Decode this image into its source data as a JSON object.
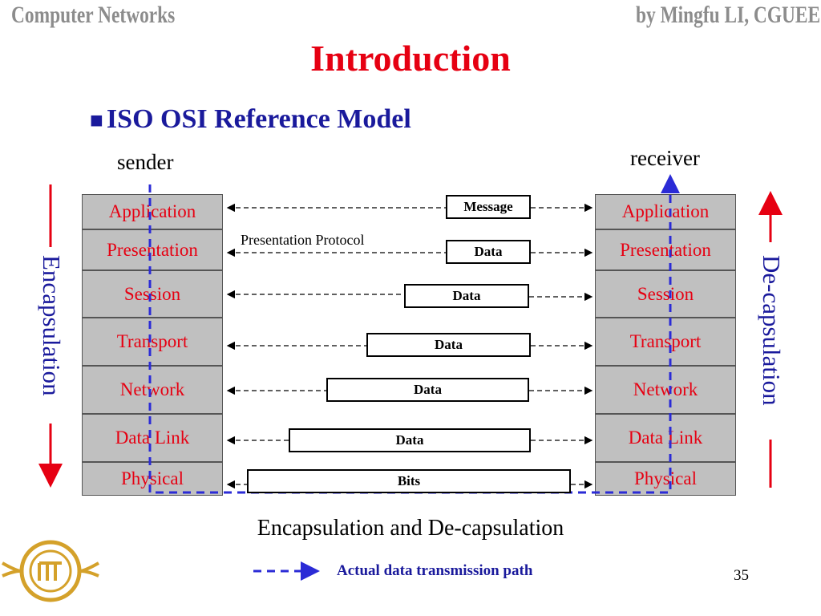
{
  "header": {
    "left": "Computer Networks",
    "right": "by Mingfu LI, CGUEE"
  },
  "title": "Introduction",
  "subtitle": "ISO OSI Reference Model",
  "sender_label": "sender",
  "receiver_label": "receiver",
  "layers": [
    "Application",
    "Presentation",
    "Session",
    "Transport",
    "Network",
    "Data Link",
    "Physical"
  ],
  "units": [
    "Message",
    "Data",
    "Data",
    "Data",
    "Data",
    "Data",
    "Bits"
  ],
  "presentation_protocol": "Presentation Protocol",
  "encapsulation_label": "Encapsulation",
  "decapsulation_label": "De-capsulation",
  "caption": "Encapsulation and De-capsulation",
  "legend": "Actual data transmission path",
  "page_number": "35",
  "colors": {
    "title": "#e60012",
    "subtitle": "#1a1a9c",
    "path": "#2b2bd6",
    "layer_bg": "#c0c0c0",
    "arrow": "#e60012"
  }
}
